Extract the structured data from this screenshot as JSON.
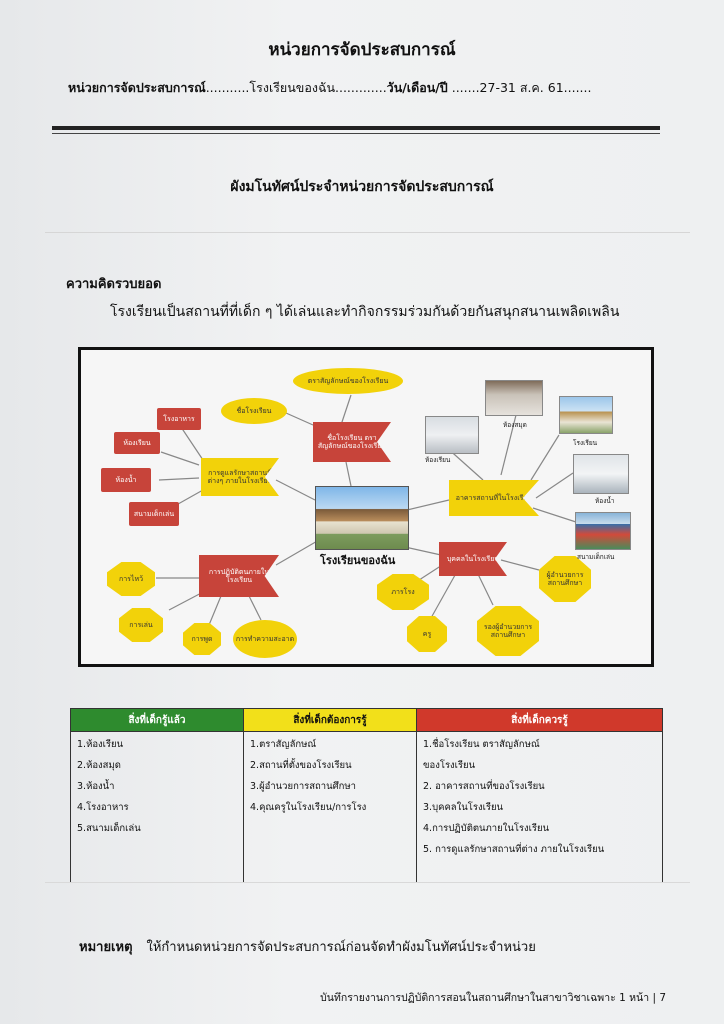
{
  "header": {
    "title": "หน่วยการจัดประสบการณ์",
    "unit_label": "หน่วยการจัดประสบการณ์",
    "unit_value": "...........โรงเรียนของฉัน.............",
    "date_label": "วัน/เดือน/ปี",
    "date_value": " .......27-31 ส.ค. 61......."
  },
  "subtitle": "ผังมโนทัศน์ประจำหน่วยการจัดประสบการณ์",
  "concept": {
    "heading": "ความคิดรวบยอด",
    "text": "โรงเรียนเป็นสถานที่ที่เด็ก ๆ ได้เล่นและทำกิจกรรมร่วมกันด้วยกันสนุกสนานเพลิดเพลิน"
  },
  "diagram": {
    "center": "โรงเรียนของฉัน",
    "nodes": {
      "logo": "ตราสัญลักษณ์ของโรงเรียน",
      "name": "ชื่อโรงเรียน",
      "name_logo": "ชื่อโรงเรียน ตราสัญลักษณ์ของโรงเรียน",
      "care": "การดูแลรักษาสถานที่ต่างๆ ภายในโรงเรียน",
      "canteen": "โรงอาหาร",
      "library": "ห้องเรียน",
      "toilet": "ห้องน้ำ",
      "playground": "สนามเด็กเล่น",
      "practice": "การปฏิบัติตนภายในโรงเรียน",
      "greet": "การไหว้",
      "play": "การเล่น",
      "talk": "การพูด",
      "clean": "การทำความสะอาด",
      "buildings": "อาคารสถานที่ในโรงเรียน",
      "people": "บุคคลในโรงเรียน",
      "janitor": "ภารโรง",
      "teacher": "ครู",
      "director": "ผู้อำนวยการสถานศึกษา",
      "deputy": "รองผู้อำนวยการสถานศึกษา"
    },
    "photos": {
      "classroom": "ห้องเรียน",
      "library": "ห้องสมุด",
      "school": "โรงเรียน",
      "toilet": "ห้องน้ำ",
      "playground": "สนามเด็กเล่น"
    }
  },
  "table": {
    "headers": [
      "สิ่งที่เด็กรู้แล้ว",
      "สิ่งที่เด็กต้องการรู้",
      "สิ่งที่เด็กควรรู้"
    ],
    "header_colors": [
      "#2e8b2e",
      "#f2e01a",
      "#d0392b"
    ],
    "col1": [
      "1.ห้องเรียน",
      "2.ห้องสมุด",
      "3.ห้องน้ำ",
      "4.โรงอาหาร",
      "5.สนามเด็กเล่น"
    ],
    "col2": [
      "1.ตราสัญลักษณ์",
      "2.สถานที่ตั้งของโรงเรียน",
      "3.ผู้อำนวยการสถานศึกษา",
      "4.คุณครูในโรงเรียน/การโรง"
    ],
    "col3": [
      "1.ชื่อโรงเรียน ตราสัญลักษณ์",
      "ของโรงเรียน",
      "2. อาคารสถานที่ของโรงเรียน",
      "3.บุคคลในโรงเรียน",
      "4.การปฏิบัติตนภายในโรงเรียน",
      "5. การดูแลรักษาสถานที่ต่าง ภายในโรงเรียน"
    ]
  },
  "note": {
    "label": "หมายเหตุ",
    "text": "ให้กำหนดหน่วยการจัดประสบการณ์ก่อนจัดทำผังมโนทัศน์ประจำหน่วย"
  },
  "footer": "บันทึกรายงานการปฏิบัติการสอนในสถานศึกษาในสาขาวิชาเฉพาะ 1  หน้า | 7"
}
